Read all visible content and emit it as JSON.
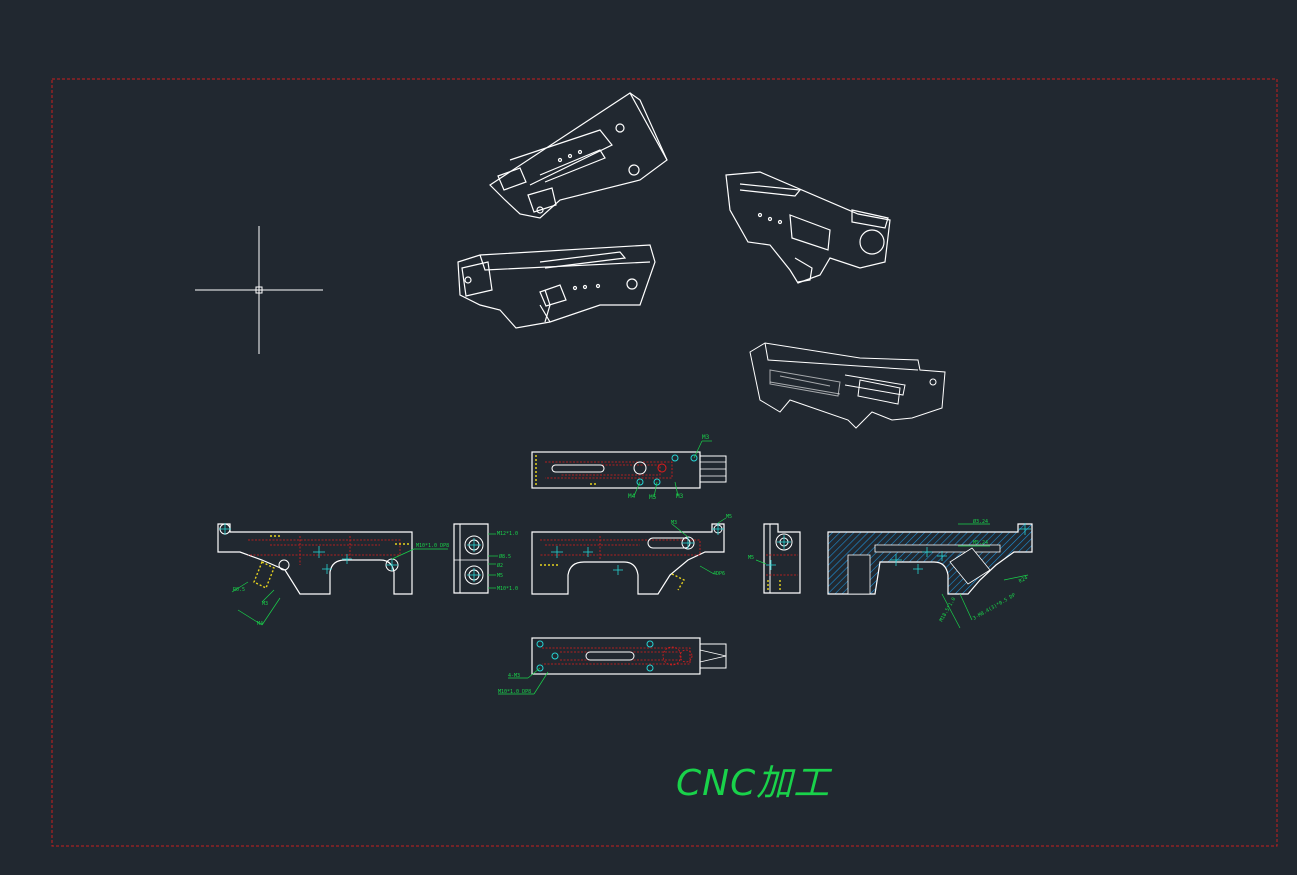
{
  "colors": {
    "background": "#212830",
    "border": "#c81e1e",
    "geometry": "#ffffff",
    "hidden": "#e01c1c",
    "dims": "#19d24a",
    "centers": "#27d3d3",
    "hatch": "#1e8fd6",
    "dashes": "#e6d21f"
  },
  "title": "CNC加工",
  "crosshair_icon": "crosshair-cursor",
  "callouts": {
    "top_m3_a": "M3",
    "top_m4": "M4",
    "top_m5": "M5",
    "top_m3_b": "M3",
    "left_m10": "M10*1.0 DP8",
    "left_r0": "R0.5",
    "left_m3": "M3",
    "left_m4": "M4",
    "endA_m12": "M12*1.0",
    "endA_d8": "Ø8.5",
    "endA_d2": "Ø2",
    "endA_m5": "M5",
    "endA_m10": "M10*1.0",
    "mid_m3": "M3",
    "mid_m5": "M5",
    "mid_dp6": "4DP6",
    "endB_m5": "M5",
    "sec_d3": "Ø3.24",
    "sec_m5": "M5.24",
    "sec_m18": "M18.5*1.0",
    "sec_thread": "3-M8.4(3)*0.5 DP",
    "sec_r": "R24",
    "bot_4m3": "4-M3",
    "bot_m10": "M10*1.0 DP8"
  }
}
